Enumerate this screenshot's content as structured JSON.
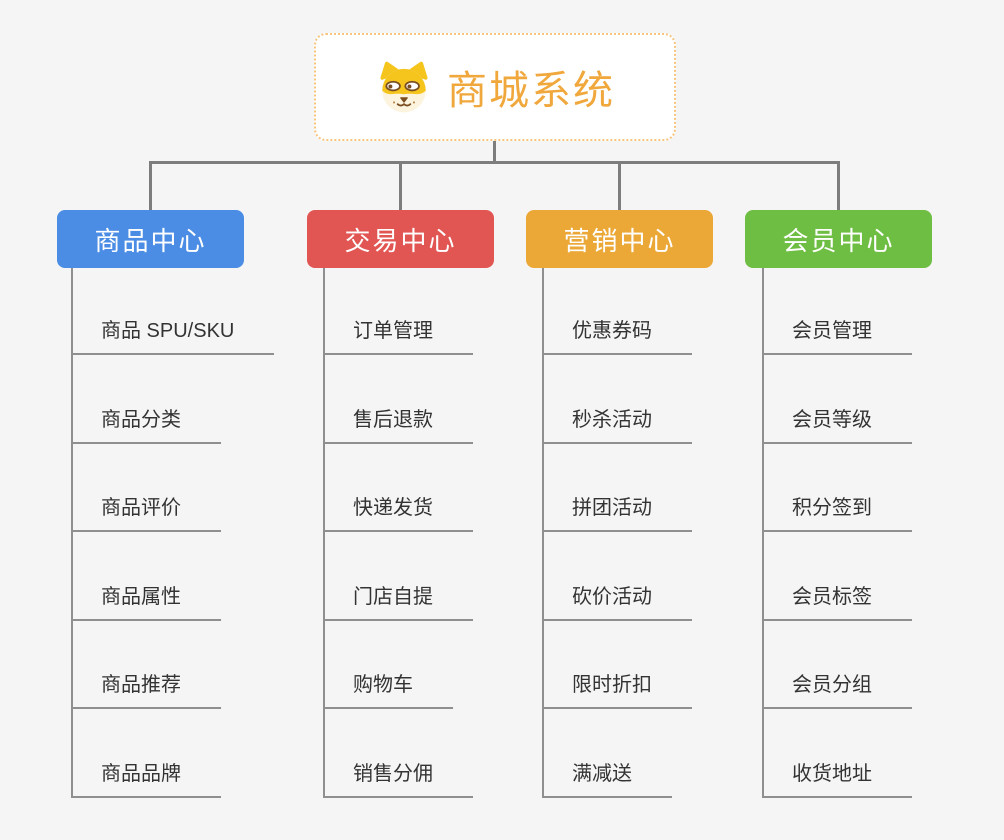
{
  "root": {
    "title": "商城系统",
    "icon": "dog-face-icon"
  },
  "branches": [
    {
      "label": "商品中心",
      "color": "#4b8de4",
      "items": [
        "商品 SPU/SKU",
        "商品分类",
        "商品评价",
        "商品属性",
        "商品推荐",
        "商品品牌"
      ]
    },
    {
      "label": "交易中心",
      "color": "#e15653",
      "items": [
        "订单管理",
        "售后退款",
        "快递发货",
        "门店自提",
        "购物车",
        "销售分佣"
      ]
    },
    {
      "label": "营销中心",
      "color": "#eba837",
      "items": [
        "优惠券码",
        "秒杀活动",
        "拼团活动",
        "砍价活动",
        "限时折扣",
        "满减送"
      ]
    },
    {
      "label": "会员中心",
      "color": "#6fbe44",
      "items": [
        "会员管理",
        "会员等级",
        "积分签到",
        "会员标签",
        "会员分组",
        "收货地址"
      ]
    }
  ],
  "colors": {
    "background": "#f5f5f5",
    "root_text": "#f0a73c",
    "root_border": "#f6c57e",
    "connector": "#7d7d7d",
    "leaf_line": "#8f8f8f",
    "leaf_text": "#333333"
  }
}
